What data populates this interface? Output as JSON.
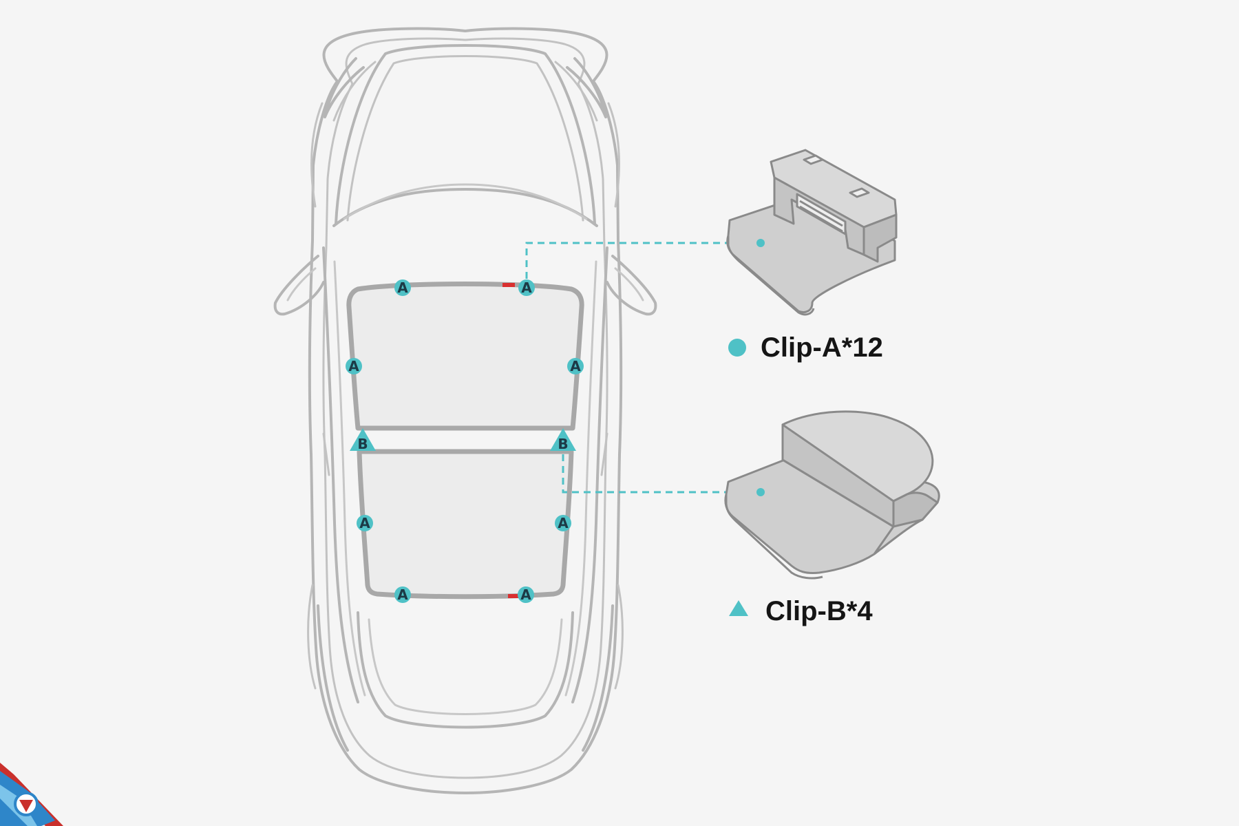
{
  "colors": {
    "background": "#f5f5f5",
    "outline": "#b5b5b5",
    "glass_frame": "#a8a8a8",
    "glass_fill": "#ececec",
    "accent": "#4fc1c6",
    "marker_text": "#1c3a46",
    "text": "#151515",
    "clip_fill": "#cfcfcf",
    "clip_stroke": "#8a8a8a",
    "red_mark": "#d93030"
  },
  "legend": {
    "clip_a": {
      "icon": "circle-icon",
      "label": "Clip-A*12"
    },
    "clip_b": {
      "icon": "triangle-icon",
      "label": "Clip-B*4"
    }
  },
  "markers": {
    "a": "A",
    "b": "B"
  },
  "logo": {
    "icon": "corner-logo-icon"
  }
}
